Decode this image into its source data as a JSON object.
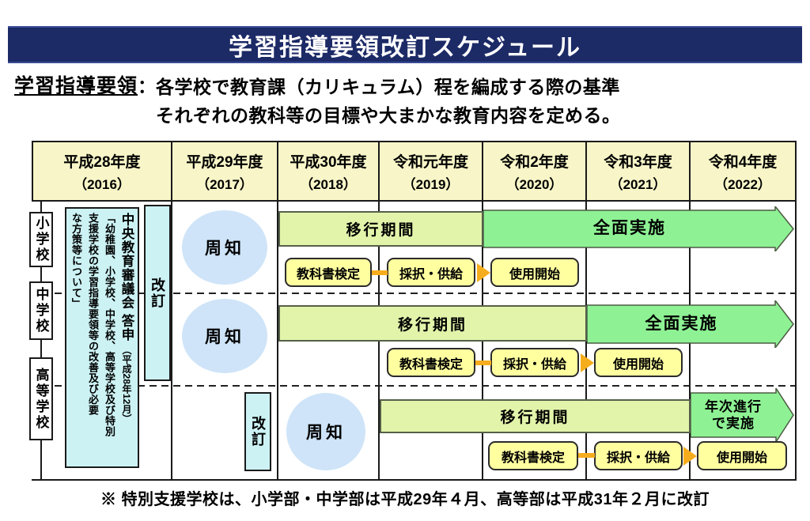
{
  "banner": {
    "title": "学習指導要領改訂スケジュール"
  },
  "intro": {
    "term": "学習指導要領",
    "separator": "：",
    "line1": "各学校で教育課（カリキュラム）程を編成する際の基準",
    "line2": "それぞれの教科等の目標や大まかな教育内容を定める。"
  },
  "timeline": {
    "years": [
      {
        "era": "平成28年度",
        "year": "（2016）"
      },
      {
        "era": "平成29年度",
        "year": "（2017）"
      },
      {
        "era": "平成30年度",
        "year": "（2018）"
      },
      {
        "era": "令和元年度",
        "year": "（2019）"
      },
      {
        "era": "令和2年度",
        "year": "（2020）"
      },
      {
        "era": "令和3年度",
        "year": "（2021）"
      },
      {
        "era": "令和4年度",
        "year": "（2022）"
      }
    ],
    "schools": [
      {
        "name": "小学校"
      },
      {
        "name": "中学校"
      },
      {
        "name": "高等学校"
      }
    ],
    "council": {
      "heading": "中央教育審議会 答申",
      "heading_note": "（平成28年12月）",
      "quote1": "「幼稚園、小学校、中学校、高等学校及び特別",
      "quote2": "支援学校の学習指導要領等の改善及び必要",
      "quote3": "な方策等について」"
    },
    "revision_label": "改訂",
    "announce_label": "周知",
    "transition_label": "移行期間",
    "full_impl_label": "全面実施",
    "annual_impl": {
      "line1": "年次進行",
      "line2": "で実施"
    },
    "steps": {
      "screening": "教科書検定",
      "adoption": "採択・供給",
      "use": "使用開始"
    }
  },
  "footnote": {
    "text": "※ 特別支援学校は、小学部・中学部は平成29年４月、高等部は平成31年２月に改訂"
  },
  "colors": {
    "banner_navy": "#1c2a66",
    "header_yellow": "#f8f6c8",
    "transition_bar_green": "#e2f4aa",
    "implementation_green": "#8ef294",
    "process_box_yellow": "#ffffa0",
    "connector_orange": "#f5ad1d",
    "announce_circle_blue": "#cfe4f8",
    "council_cyan": "#ccf2f4"
  }
}
